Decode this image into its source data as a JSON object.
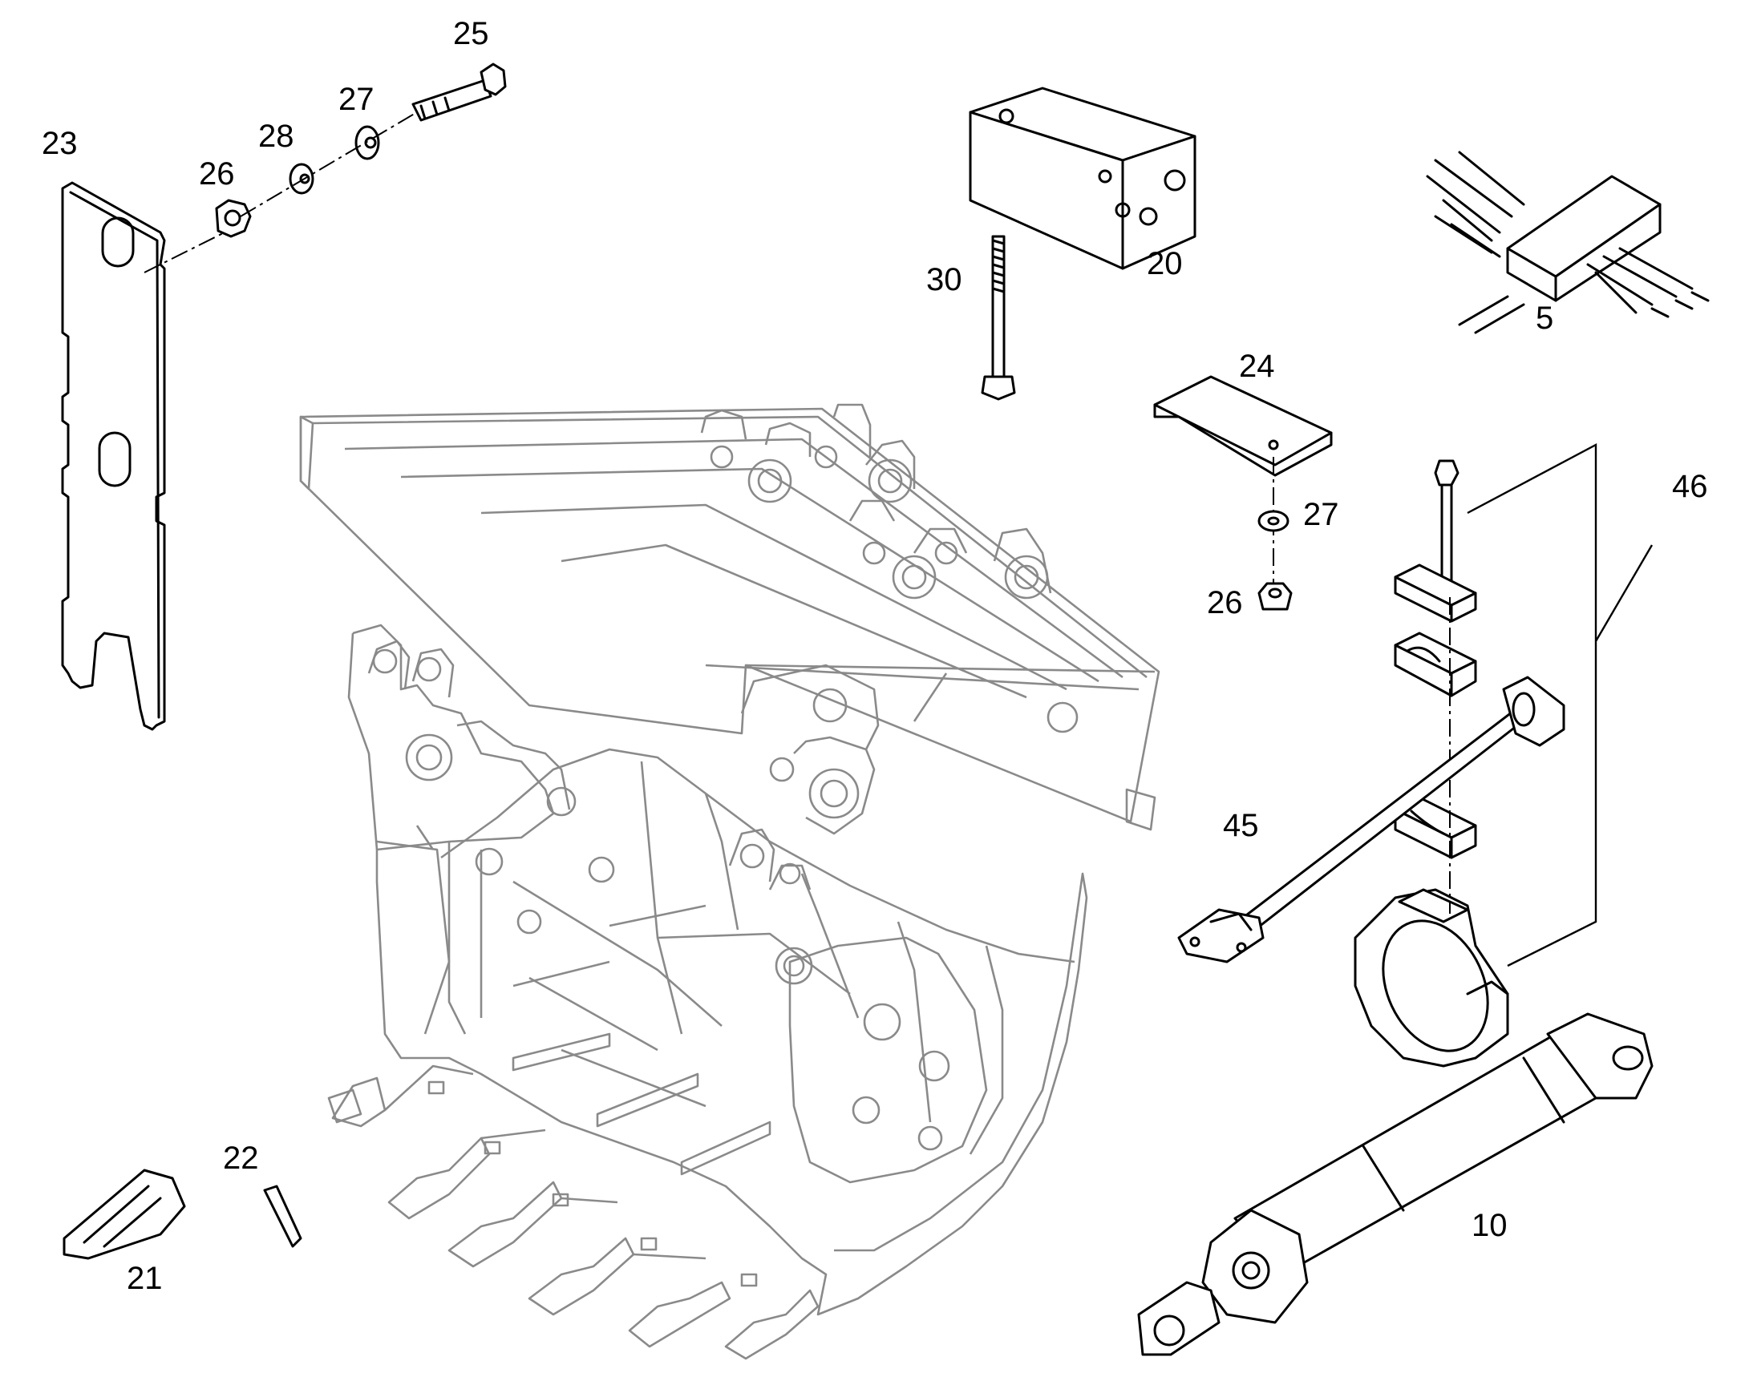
{
  "diagram": {
    "parts": [
      {
        "id": "bucket",
        "label": ""
      },
      {
        "id": "part-5",
        "label": "5"
      },
      {
        "id": "part-10",
        "label": "10"
      },
      {
        "id": "part-20",
        "label": "20"
      },
      {
        "id": "part-21",
        "label": "21"
      },
      {
        "id": "part-22",
        "label": "22"
      },
      {
        "id": "part-23",
        "label": "23"
      },
      {
        "id": "part-24",
        "label": "24"
      },
      {
        "id": "part-25",
        "label": "25"
      },
      {
        "id": "part-26a",
        "label": "26"
      },
      {
        "id": "part-26b",
        "label": "26"
      },
      {
        "id": "part-27a",
        "label": "27"
      },
      {
        "id": "part-27b",
        "label": "27"
      },
      {
        "id": "part-28",
        "label": "28"
      },
      {
        "id": "part-30",
        "label": "30"
      },
      {
        "id": "part-45",
        "label": "45"
      },
      {
        "id": "part-46",
        "label": "46"
      }
    ],
    "colors": {
      "line": "#000000",
      "bucket_line": "#8a8a8a",
      "background": "#ffffff"
    }
  }
}
